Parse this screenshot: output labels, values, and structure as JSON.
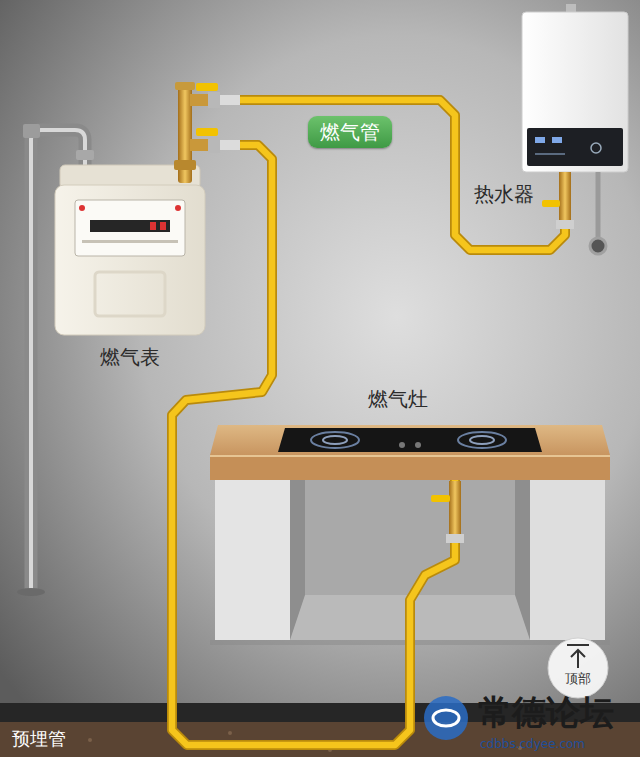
{
  "diagram": {
    "nodes": [
      {
        "text": [
          "燃气表"
        ]
      },
      {
        "text": [
          "热水器"
        ]
      },
      {
        "text": [
          "燃气灶"
        ]
      }
    ],
    "edges": [
      {
        "from": 0,
        "to": 1,
        "arrow": "none",
        "label": "燃气管"
      },
      {
        "from": 0,
        "to": 2,
        "arrow": "none"
      }
    ],
    "labels": [
      "预埋管",
      "顶部",
      "常德论坛",
      "cdbbs.cdyee.com"
    ]
  }
}
